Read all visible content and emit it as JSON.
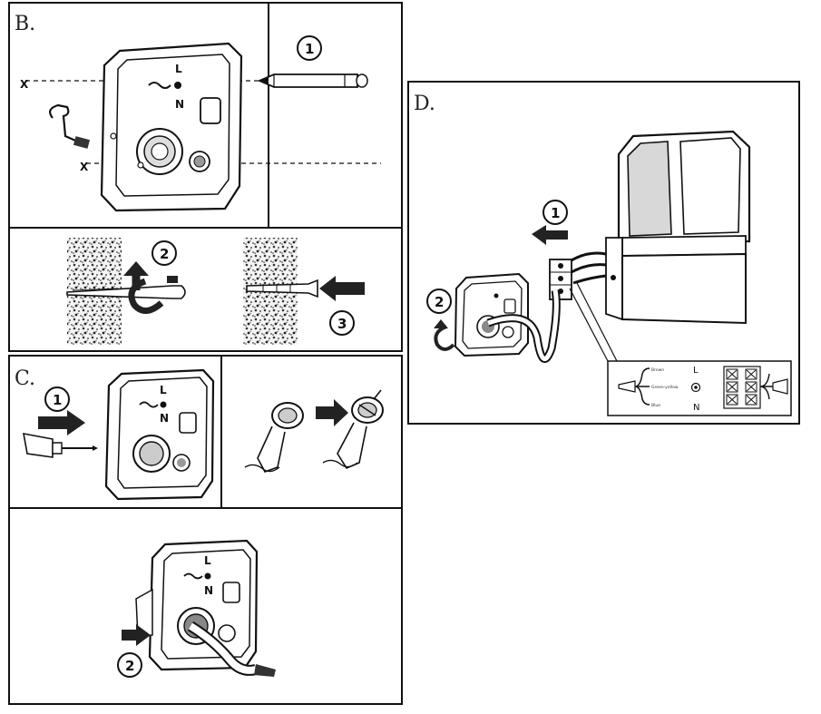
{
  "panels": {
    "b": {
      "label": "B.",
      "step_numbers": [
        "1",
        "2",
        "3"
      ],
      "mark_labels": [
        "L",
        "N"
      ],
      "cross_marks": [
        "X",
        "X"
      ]
    },
    "c": {
      "label": "C.",
      "step_numbers": [
        "1",
        "2"
      ],
      "mark_labels": [
        "L",
        "N"
      ]
    },
    "d": {
      "label": "D.",
      "step_numbers": [
        "1",
        "2"
      ],
      "wiring": {
        "wire_labels": [
          "Brown",
          "Green-yellow",
          "Blue"
        ],
        "terminal_labels": [
          "L",
          "N"
        ]
      }
    }
  },
  "colors": {
    "line": "#1a1a1a",
    "arrow": "#222222",
    "wall": "#555555"
  }
}
